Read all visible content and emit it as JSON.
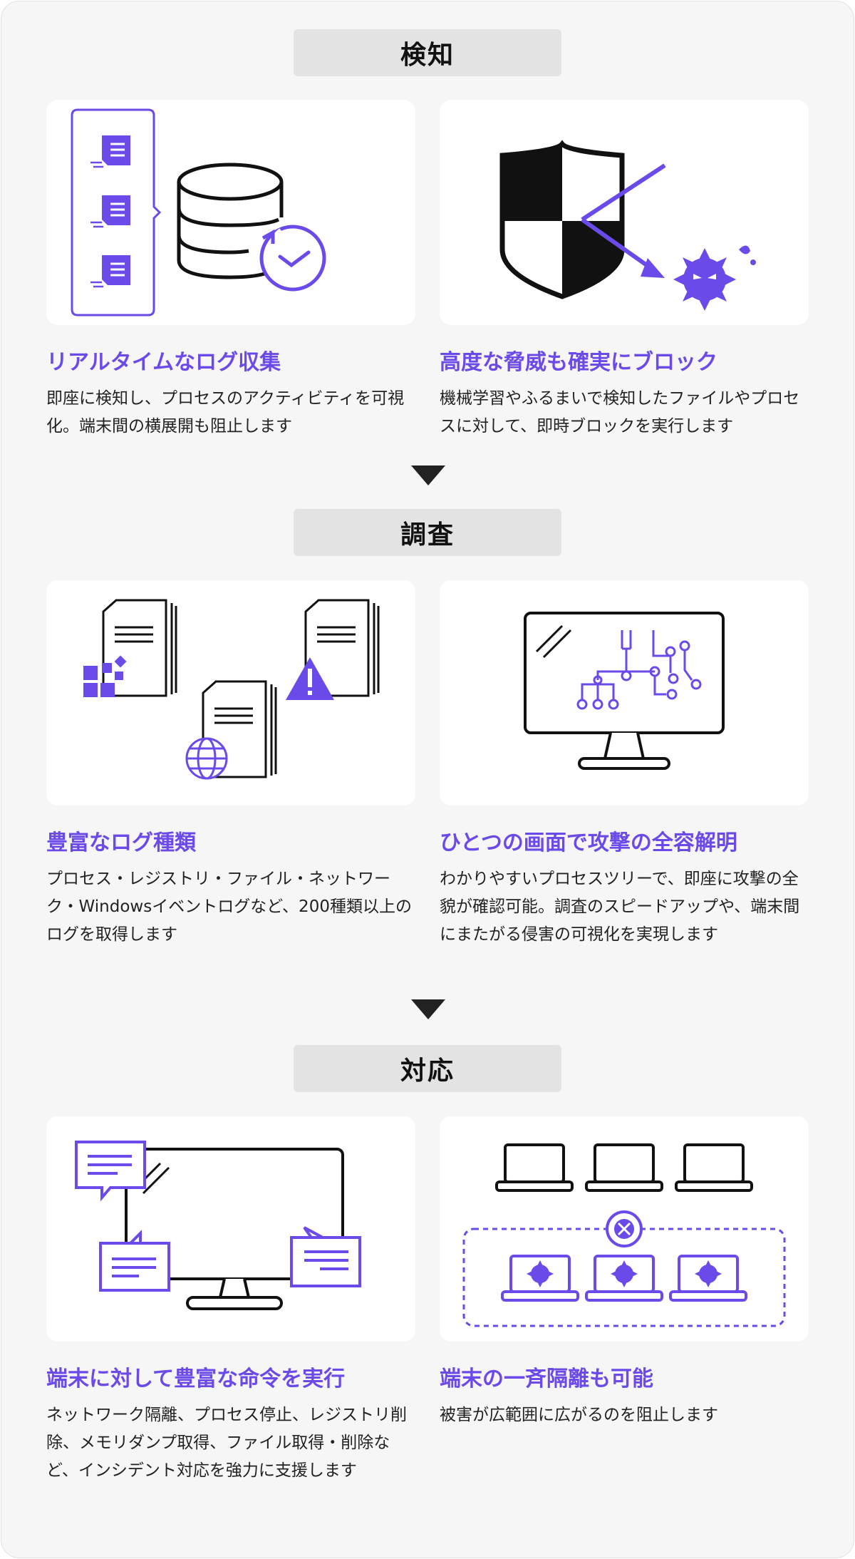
{
  "stages": [
    {
      "label": "検知",
      "cards": [
        {
          "title": "リアルタイムなログ収集",
          "desc": "即座に検知し、プロセスのアクティビティを可視化。端末間の横展開も阻止します"
        },
        {
          "title": "高度な脅威も確実にブロック",
          "desc": "機械学習やふるまいで検知したファイルやプロセスに対して、即時ブロックを実行します"
        }
      ]
    },
    {
      "label": "調査",
      "cards": [
        {
          "title": "豊富なログ種類",
          "desc": "プロセス・レジストリ・ファイル・ネットワーク・Windowsイベントログなど、200種類以上のログを取得します"
        },
        {
          "title": "ひとつの画面で攻撃の全容解明",
          "desc": "わかりやすいプロセスツリーで、即座に攻撃の全貌が確認可能。調査のスピードアップや、端末間にまたがる侵害の可視化を実現します"
        }
      ]
    },
    {
      "label": "対応",
      "cards": [
        {
          "title": "端末に対して豊富な命令を実行",
          "desc": "ネットワーク隔離、プロセス停止、レジストリ削除、メモリダンプ取得、ファイル取得・削除など、インシデント対応を強力に支援します"
        },
        {
          "title": "端末の一斉隔離も可能",
          "desc": "被害が広範囲に広がるのを阻止します"
        }
      ]
    }
  ],
  "colors": {
    "accent": "#6a4ae8",
    "dark": "#111111",
    "label_bg": "#e3e3e3",
    "page_bg": "#f6f6f6"
  },
  "icons": [
    "log-collection-icon",
    "shield-block-icon",
    "log-types-icon",
    "process-tree-monitor-icon",
    "remote-command-icon",
    "bulk-isolation-icon"
  ]
}
